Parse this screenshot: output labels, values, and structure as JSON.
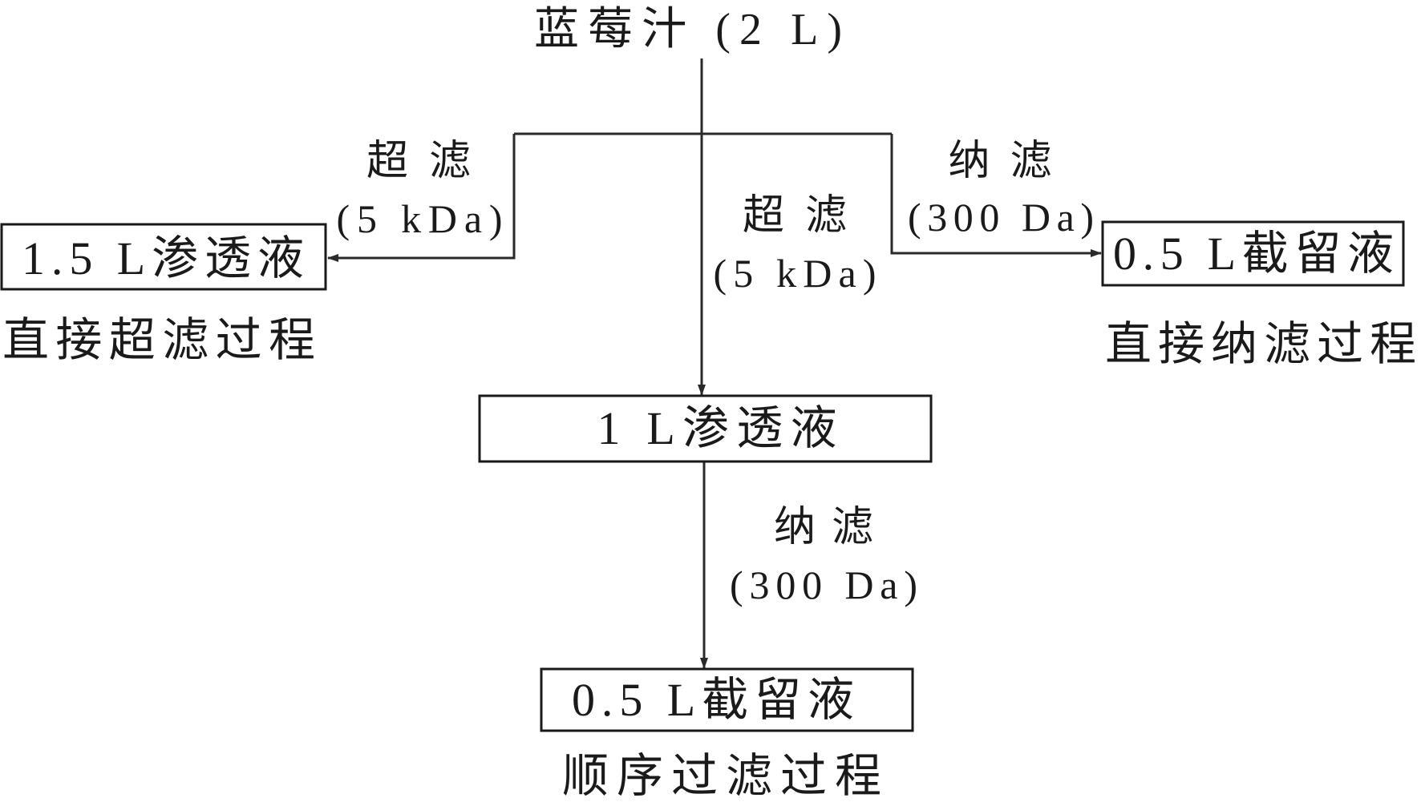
{
  "source": {
    "label": "蓝莓汁 (2 L)"
  },
  "direct_ultrafiltration": {
    "filter_name": "超滤",
    "filter_cutoff": "(5 kDa)",
    "product": "1.5 L渗透液",
    "process_label": "直接超滤过程"
  },
  "sequential_filtration": {
    "step1_filter_name": "超滤",
    "step1_cutoff": "(5 kDa)",
    "intermediate": "1 L渗透液",
    "step2_filter_name": "纳滤",
    "step2_cutoff": "(300 Da)",
    "product": "0.5 L截留液",
    "process_label": "顺序过滤过程"
  },
  "direct_nanofiltration": {
    "filter_name": "纳滤",
    "filter_cutoff": "(300 Da)",
    "product": "0.5 L截留液",
    "process_label": "直接纳滤过程"
  },
  "colors": {
    "line": "#2a2a2a",
    "box_border": "#1a1a1a",
    "text": "#1a1a1a",
    "background": "#ffffff"
  }
}
